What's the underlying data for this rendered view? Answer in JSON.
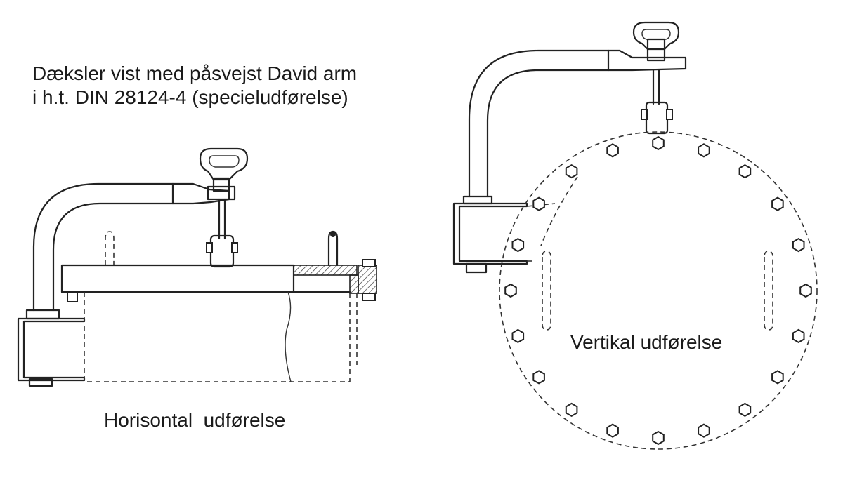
{
  "captions": {
    "title_line1": "Dæksler vist med påsvejst David arm",
    "title_line2": "i h.t. DIN 28124-4 (specieludførelse)",
    "horizontal": "Horisontal  udførelse",
    "vertical": "Vertikal udførelse"
  },
  "colors": {
    "line": "#222222",
    "background": "#ffffff"
  },
  "views": [
    {
      "name": "horizontal-view",
      "parts": [
        "davit-arm",
        "lifting-eye",
        "hinge-bracket",
        "cover-plate",
        "flange-bolts",
        "nozzle-body"
      ]
    },
    {
      "name": "vertical-view",
      "bolt_count": 20,
      "parts": [
        "davit-arm",
        "lifting-eye",
        "hinge-bracket",
        "bolt-circle",
        "handles"
      ]
    }
  ]
}
